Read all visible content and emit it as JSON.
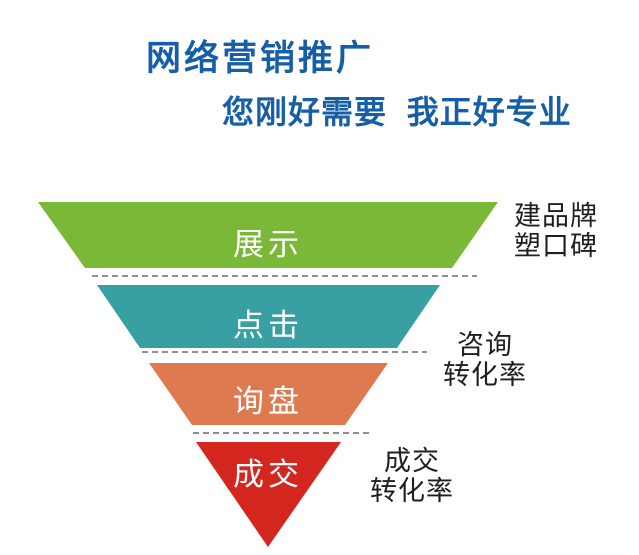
{
  "header": {
    "title": "网络营销推广",
    "subtitle": "您刚好需要  我正好专业",
    "text_color": "#165fa8"
  },
  "funnel": {
    "layers": [
      {
        "id": "zhanshi",
        "label": "展示",
        "color": "#7ab837"
      },
      {
        "id": "dianji",
        "label": "点击",
        "color": "#38a0a2"
      },
      {
        "id": "xunpan",
        "label": "询盘",
        "color": "#dd7a50"
      },
      {
        "id": "chengjiao",
        "label": "成交",
        "color": "#d2261f"
      }
    ],
    "label_color": "#ffffff",
    "divider_color": "#8f8f8f"
  },
  "annotations": [
    {
      "id": "brand",
      "text": "建品牌\n塑口碑"
    },
    {
      "id": "consult",
      "text": "咨询\n转化率"
    },
    {
      "id": "deal",
      "text": "成交\n转化率"
    }
  ],
  "annotation_color": "#1f1f1f",
  "background_color": "#ffffff"
}
